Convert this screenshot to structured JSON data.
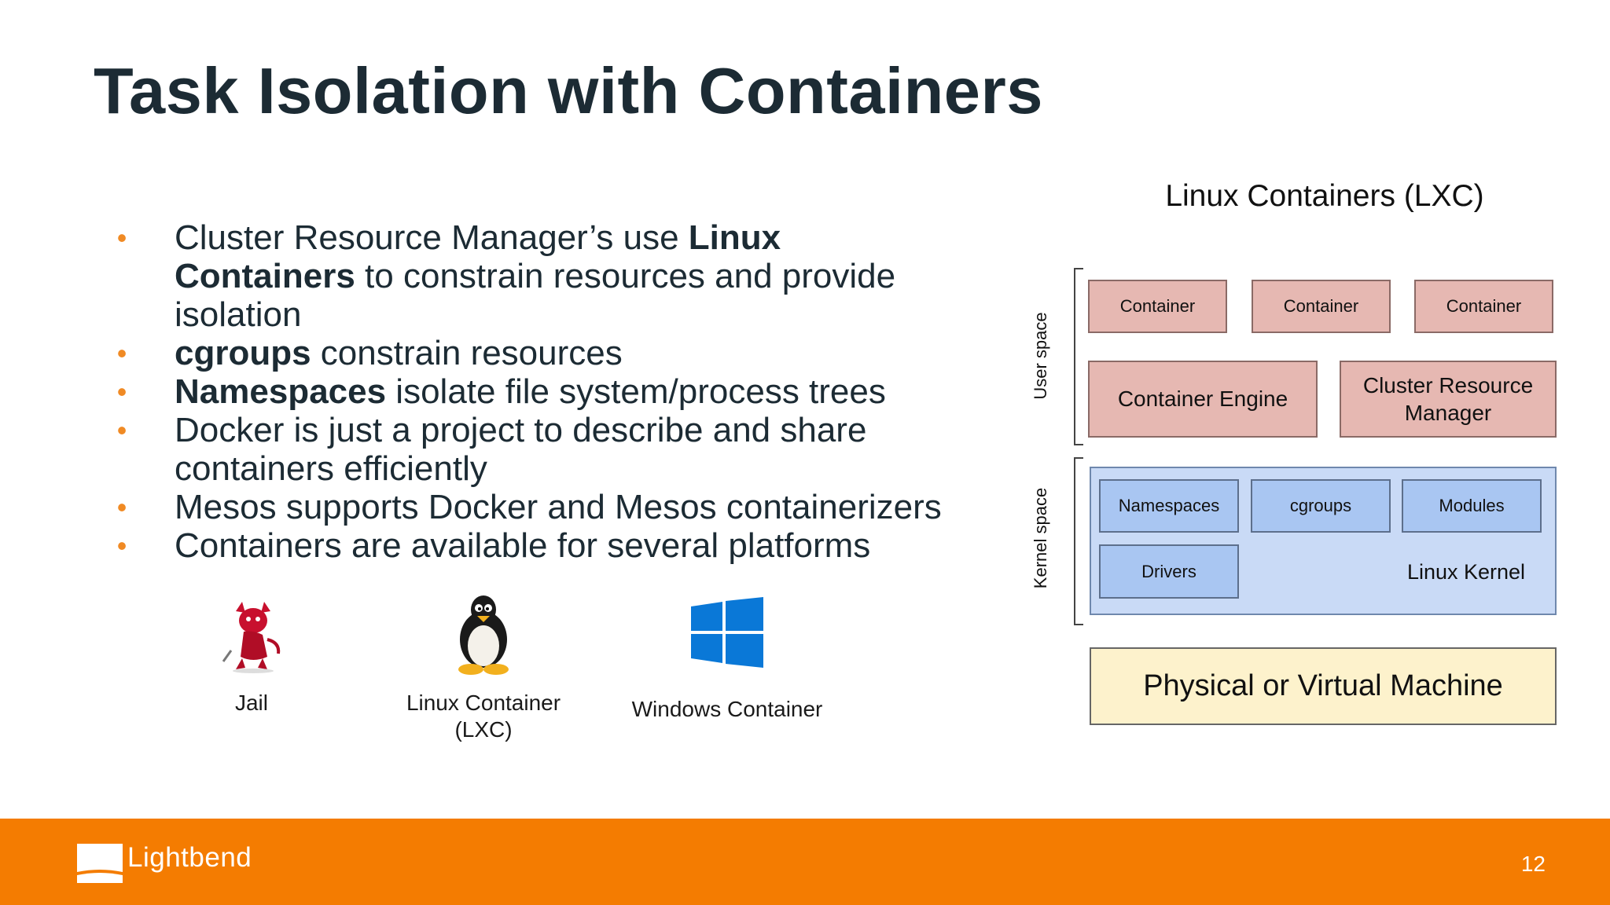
{
  "title": "Task Isolation with Containers",
  "bullets": [
    {
      "parts": [
        {
          "t": "Cluster Resource Manager’s use ",
          "b": false
        },
        {
          "t": "Linux Containers",
          "b": true
        },
        {
          "t": " to constrain resources and provide isolation",
          "b": false
        }
      ]
    },
    {
      "parts": [
        {
          "t": "cgroups",
          "b": true
        },
        {
          "t": " constrain resources",
          "b": false
        }
      ]
    },
    {
      "parts": [
        {
          "t": "Namespaces",
          "b": true
        },
        {
          "t": " isolate file system/process trees",
          "b": false
        }
      ]
    },
    {
      "parts": [
        {
          "t": "Docker is just a project to describe and share containers efficiently",
          "b": false
        }
      ]
    },
    {
      "parts": [
        {
          "t": "Mesos supports Docker and Mesos containerizers",
          "b": false
        }
      ]
    },
    {
      "parts": [
        {
          "t": "Containers are available for several platforms",
          "b": false
        }
      ]
    }
  ],
  "bullet_marker": "•",
  "platforms": {
    "jail": {
      "label": "Jail",
      "icon": "bsd-daemon-icon"
    },
    "lxc": {
      "label_line1": "Linux Container",
      "label_line2": "(LXC)",
      "icon": "tux-penguin-icon"
    },
    "windows": {
      "label": "Windows Container",
      "icon": "windows-logo-icon"
    }
  },
  "diagram": {
    "title": "Linux Containers (LXC)",
    "user_space_label": "User space",
    "kernel_space_label": "Kernel space",
    "containers": [
      "Container",
      "Container",
      "Container"
    ],
    "container_engine": "Container Engine",
    "cluster_resource_manager": "Cluster Resource Manager",
    "kernel_modules": [
      "Namespaces",
      "cgroups",
      "Modules"
    ],
    "drivers": "Drivers",
    "linux_kernel": "Linux Kernel",
    "machine": "Physical or Virtual Machine"
  },
  "footer": {
    "brand": "Lightbend",
    "page_number": "12",
    "color": "#f47c01"
  },
  "colors": {
    "title": "#1c2b34",
    "bullet": "#f08a24",
    "container_box": "#e6b8b2",
    "kernel_module_box": "#a9c6f2",
    "kernel_bg": "#c9daf6",
    "machine_box": "#fdf2cc"
  }
}
